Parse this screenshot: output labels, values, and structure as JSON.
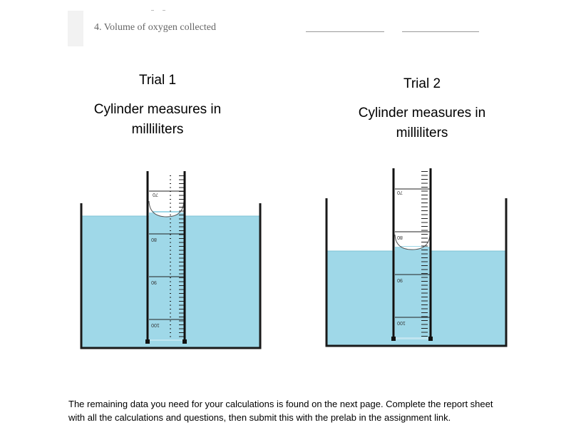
{
  "question": {
    "text": "4.  Volume of oxygen collected"
  },
  "trial1": {
    "title": "Trial 1",
    "desc_line1": "Cylinder measures in",
    "desc_line2": "milliliters",
    "scale_labels": [
      "70",
      "80",
      "90",
      "100"
    ]
  },
  "trial2": {
    "title": "Trial 2",
    "desc_line1": "Cylinder measures in",
    "desc_line2": "milliliters",
    "scale_labels": [
      "70",
      "80",
      "90",
      "100"
    ]
  },
  "footer": {
    "line1": "The remaining data you need for your calculations is found on the next page.  Complete the report sheet",
    "line2": "with all the calculations and questions, then submit this with the prelab in the assignment link."
  },
  "colors": {
    "water": "#9fd8e8",
    "outline": "#1a1a1a"
  }
}
